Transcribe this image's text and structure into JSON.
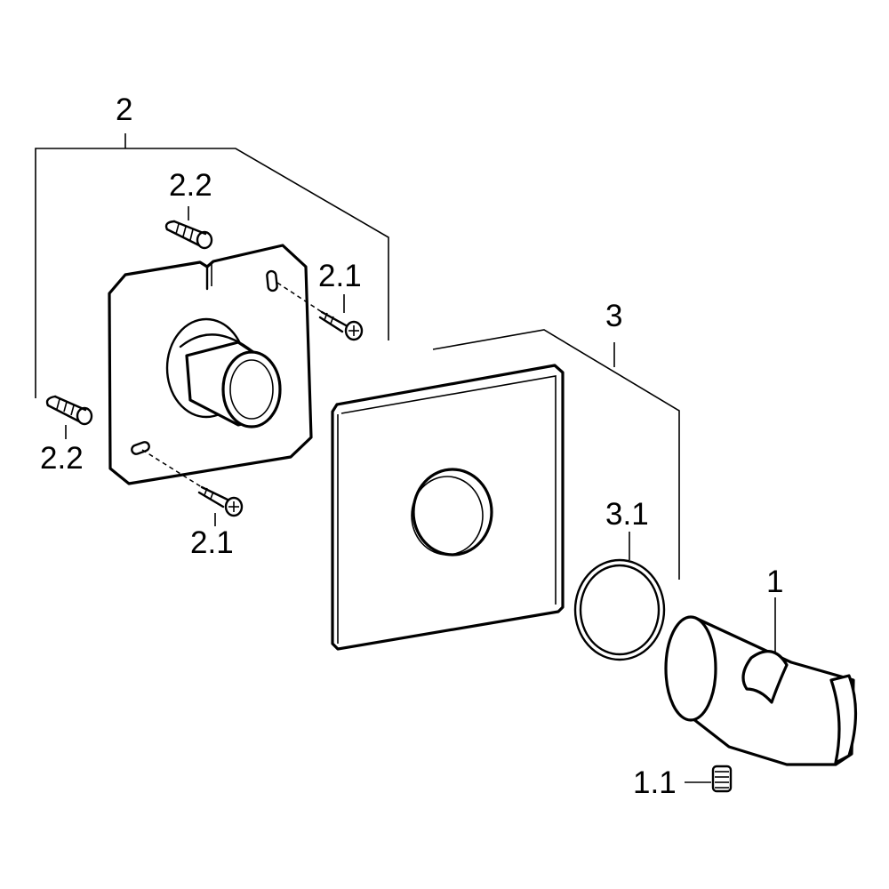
{
  "labels": {
    "assembly_2": "2",
    "anchor_top": "2.2",
    "anchor_left": "2.2",
    "screw_right": "2.1",
    "screw_bottom": "2.1",
    "assembly_3": "3",
    "ring": "3.1",
    "holder": "1",
    "grub_screw": "1.1"
  }
}
